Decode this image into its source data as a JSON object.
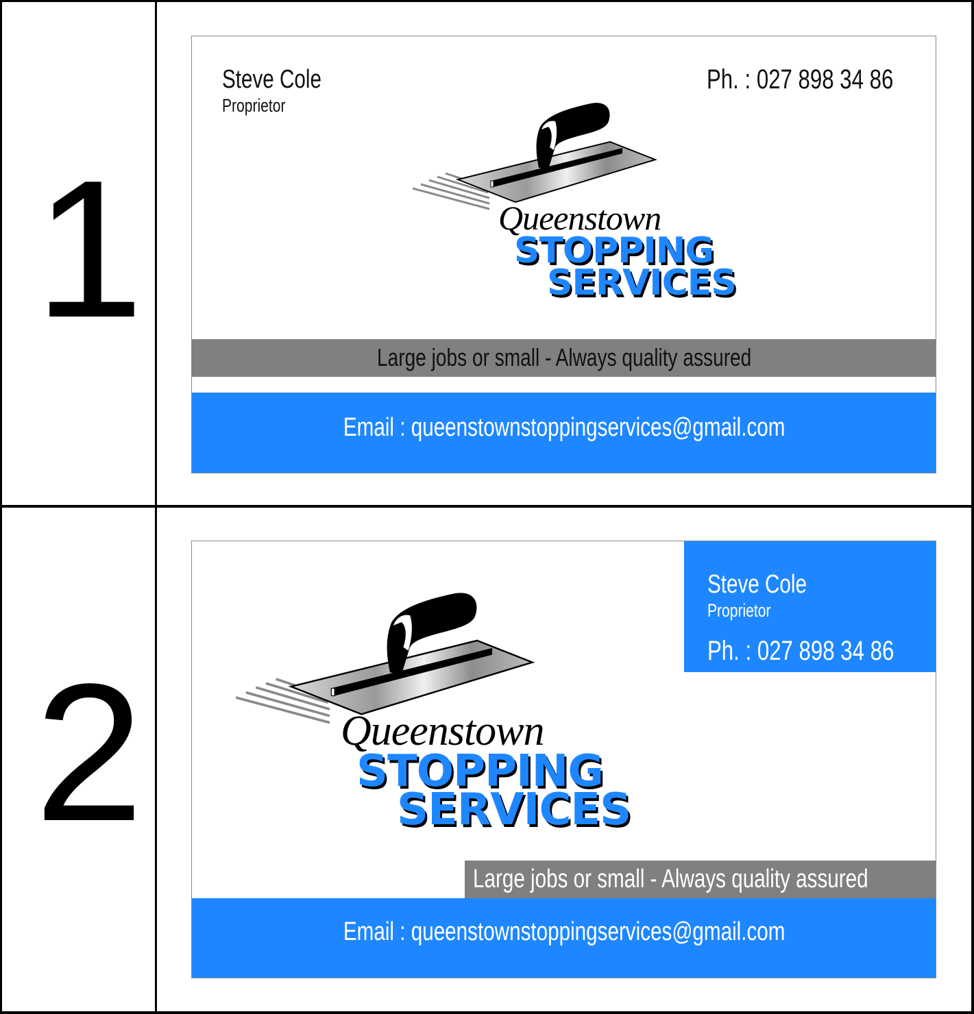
{
  "layout": {
    "row_labels": [
      "1",
      "2"
    ]
  },
  "brand": {
    "script_word": "Queenstown",
    "line1": "STOPPING",
    "line2": "SERVICES",
    "logo_icon": "trowel-icon",
    "colors": {
      "accent_blue": "#1e87ff",
      "band_gray": "#808080",
      "text_dark": "#111111"
    }
  },
  "card1": {
    "name": "Steve Cole",
    "role": "Proprietor",
    "phone": "Ph. : 027 898 34 86",
    "tagline": "Large jobs or small - Always quality assured",
    "email": "Email : queenstownstoppingservices@gmail.com"
  },
  "card2": {
    "name": "Steve Cole",
    "role": "Proprietor",
    "phone": "Ph. : 027 898 34 86",
    "tagline": "Large jobs or small - Always quality assured",
    "email": "Email : queenstownstoppingservices@gmail.com"
  }
}
